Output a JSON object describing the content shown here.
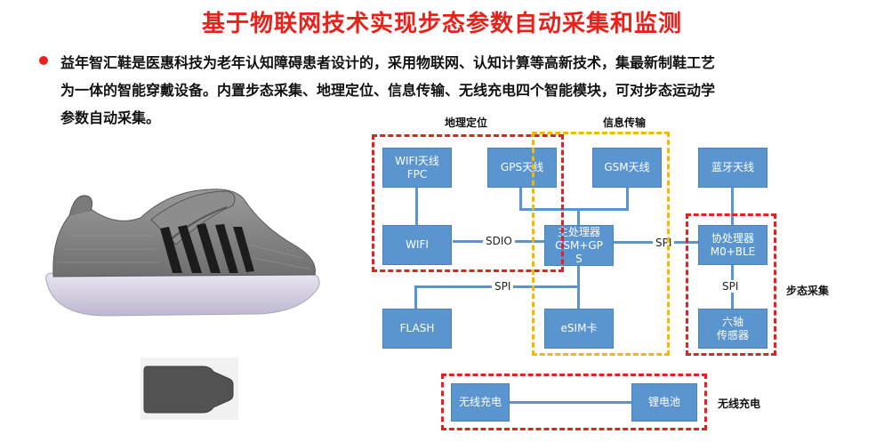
{
  "title": "基于物联网技术实现步态参数自动采集和监测",
  "paragraph": {
    "line1": "益年智汇鞋是医惠科技为老年认知障碍患者设计的，采用物联网、认知计算等高新技术，集最新制鞋工艺",
    "line2": "为一体的智能穿戴设备。内置步态采集、地理定位、信息传输、无线充电四个智能模块，可对步态运动学",
    "line3": "参数自动采集。"
  },
  "groups": {
    "geo": "地理定位",
    "info": "信息传输",
    "gait": "步态采集",
    "charge": "无线充电"
  },
  "blocks": {
    "wifi_antenna": "WIFI天线\nFPC",
    "gps_antenna": "GPS天线",
    "gsm_antenna": "GSM天线",
    "bt_antenna": "蓝牙天线",
    "wifi": "WIFI",
    "main_cpu": "主处理器\nGSM+GP\nS",
    "coprocessor": "协处理器\nM0+BLE",
    "flash": "FLASH",
    "esim": "eSIM卡",
    "sensor": "六轴\n传感器",
    "wireless_charge": "无线充电",
    "battery": "锂电池"
  },
  "links": {
    "sdio": "SDIO",
    "spi_main": "SPI",
    "spi_flash": "SPI",
    "spi_sensor": "SPI"
  },
  "colors": {
    "title": "#e8211a",
    "block": "#5b95cf",
    "red_dash": "#e02222",
    "yellow_dash": "#f5b800"
  }
}
